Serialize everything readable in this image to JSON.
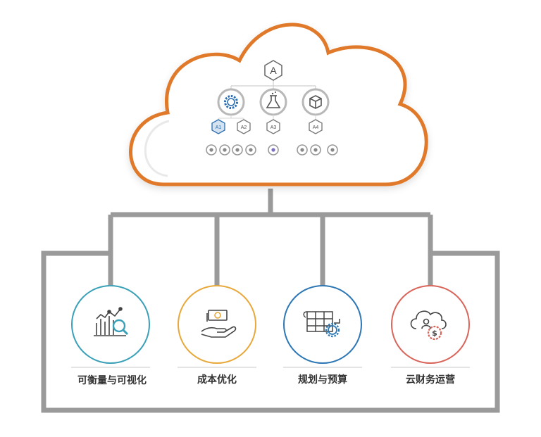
{
  "cloud": {
    "root_label": "A",
    "sub_labels": [
      "A1",
      "A2",
      "A3",
      "A4"
    ]
  },
  "categories": [
    {
      "label": "可衡量与可视化",
      "icon": "analytics-chart-magnifier-icon",
      "color": "#3aa0b8"
    },
    {
      "label": "成本优化",
      "icon": "money-hand-icon",
      "color": "#e8a93a"
    },
    {
      "label": "规划与预算",
      "icon": "blueprint-gear-icon",
      "color": "#2d77b5"
    },
    {
      "label": "云财务运营",
      "icon": "cloud-dollar-gear-icon",
      "color": "#d9655a"
    }
  ],
  "colors": {
    "cloud_outline": "#e07a2a",
    "connector": "#9a9a9a",
    "node_blue": "#2b6fb3",
    "node_gray": "#666666"
  }
}
